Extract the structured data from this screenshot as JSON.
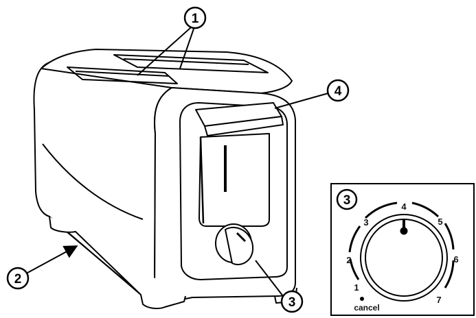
{
  "callouts": {
    "c1": "1",
    "c2": "2",
    "c3": "3",
    "c4": "4",
    "inset": "3"
  },
  "dial": {
    "settings": [
      "1",
      "2",
      "3",
      "4",
      "5",
      "6",
      "7"
    ],
    "cancel_label": "cancel"
  }
}
